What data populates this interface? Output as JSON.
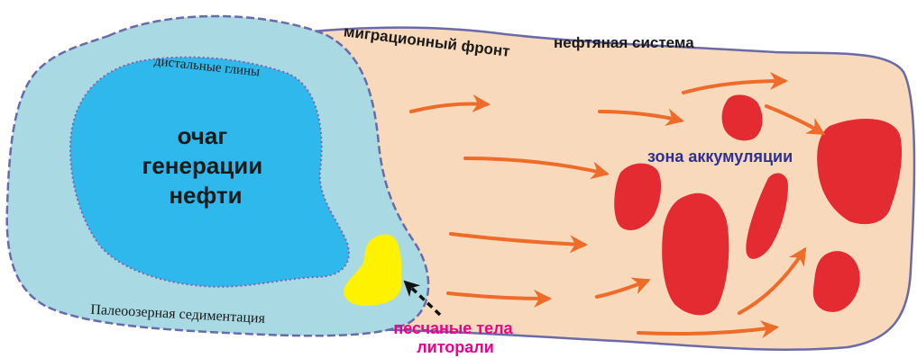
{
  "labels": {
    "core": [
      "очаг",
      "генерации",
      "нефти"
    ],
    "distal_clays": "дистальные глины",
    "lake_sedimentation": "Палеоозерная седиментация",
    "petroleum_system": "нефтяная система",
    "migration_front": "миграционный фронт",
    "accumulation_zone": "зона аккумуляции",
    "sand_bodies": [
      "песчаные тела",
      "литорали"
    ]
  },
  "colors": {
    "basin_outer": "#a9d9e3",
    "basin_inner": "#2fb8ec",
    "petroleum_system_fill": "#f8d9bb",
    "outline": "#6a6aa8",
    "arrow": "#ee6b29",
    "accumulation": "#e32b31",
    "sand": "#fff200",
    "accumulation_label": "#2e3192",
    "sand_label": "#ec008c",
    "text_dark": "#1a1a1a"
  },
  "icons": {
    "migration_arrow": "arrow-right-icon",
    "pointer_arrow": "dashed-arrow-icon"
  }
}
